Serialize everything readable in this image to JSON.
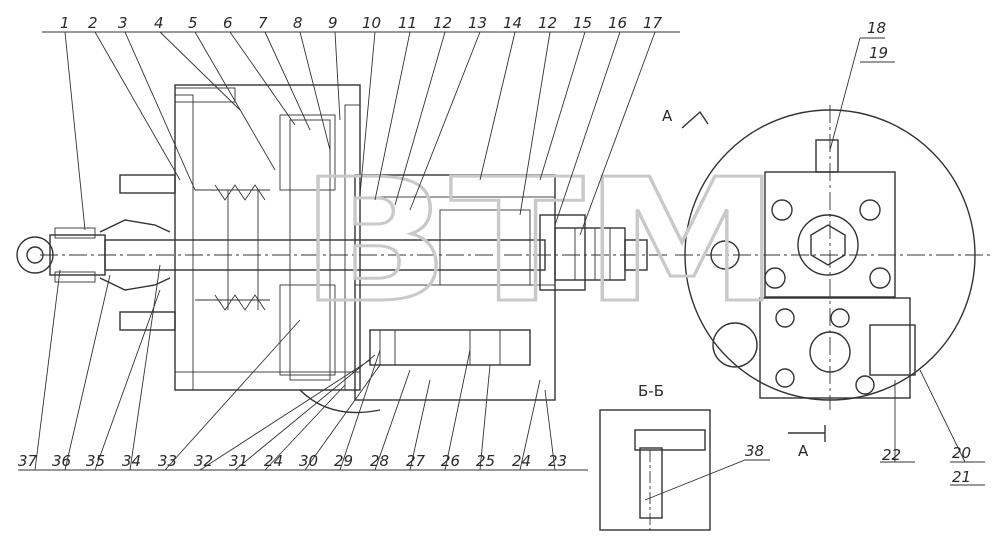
{
  "callouts_top": [
    "1",
    "2",
    "3",
    "4",
    "5",
    "6",
    "7",
    "8",
    "9",
    "10",
    "11",
    "12",
    "13",
    "14",
    "12",
    "15",
    "16",
    "17"
  ],
  "callouts_bottom": [
    "37",
    "36",
    "35",
    "34",
    "33",
    "32",
    "31",
    "24",
    "30",
    "29",
    "28",
    "27",
    "26",
    "25",
    "24",
    "23"
  ],
  "callouts_side": [
    "18",
    "19",
    "22",
    "20",
    "21"
  ],
  "callout_38": "38",
  "section_label": "Б-Б",
  "view_label_top": "А",
  "view_label_bottom": "А",
  "watermark": "BTM"
}
